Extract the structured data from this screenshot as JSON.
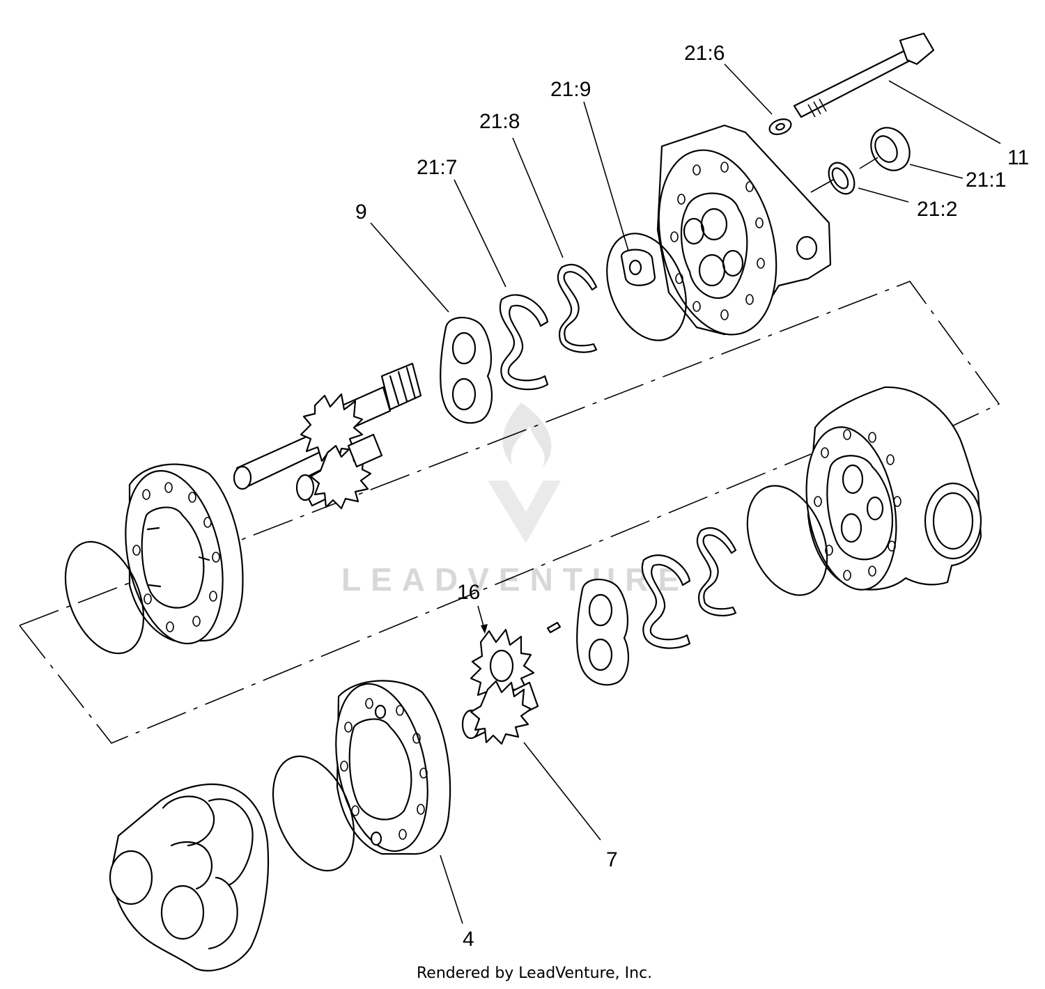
{
  "diagram": {
    "callouts": [
      {
        "id": "c-21-6",
        "text": "21:6"
      },
      {
        "id": "c-21-9",
        "text": "21:9"
      },
      {
        "id": "c-21-8",
        "text": "21:8"
      },
      {
        "id": "c-21-7",
        "text": "21:7"
      },
      {
        "id": "c-9",
        "text": "9"
      },
      {
        "id": "c-11",
        "text": "11"
      },
      {
        "id": "c-21-1",
        "text": "21:1"
      },
      {
        "id": "c-21-2",
        "text": "21:2"
      },
      {
        "id": "c-16",
        "text": "16"
      },
      {
        "id": "c-7",
        "text": "7"
      },
      {
        "id": "c-4",
        "text": "4"
      }
    ],
    "credit": "Rendered by LeadVenture, Inc.",
    "watermark": "LEADVENTURE"
  },
  "colors": {
    "line": "#000000",
    "background": "#ffffff",
    "watermark": "#d8d8d8"
  }
}
